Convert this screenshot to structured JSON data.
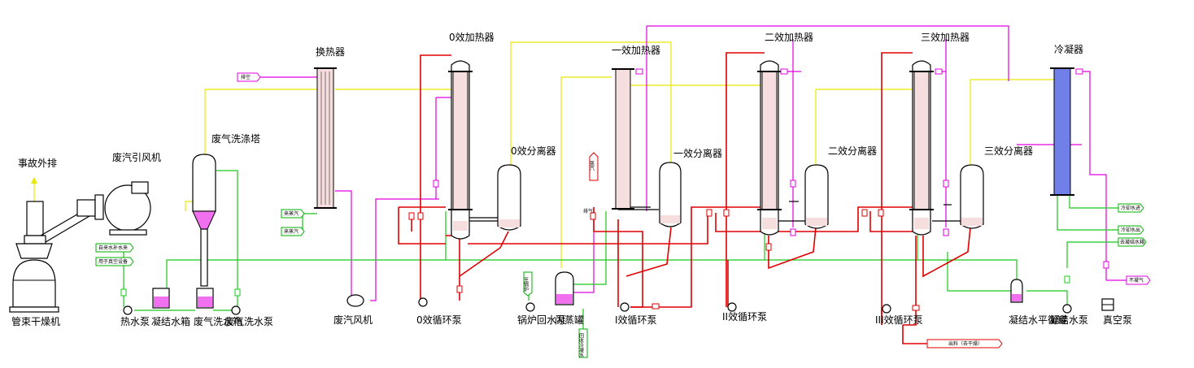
{
  "labels": {
    "shigu_waipai": "事故外排",
    "guanshu_ganzaoji": "管束干燥机",
    "feiqi_yinfengji": "废汽引风机",
    "feiqi_xidi_ta": "废气洗涤塔",
    "huanreqi": "换热器",
    "paikong": "排空",
    "xiaoshu_jin": "来蒸汽",
    "xiaoshu_chu": "来蒸汽",
    "feiqi_fengji": "废汽风机",
    "re_shui_beng": "热水泵",
    "ningjie_shuixiang": "凝结水箱",
    "feiqi_xidi_shuixiang": "废气洗水箱",
    "feiqi_xidi_shuibeng": "废气洗水泵",
    "tag_zilai": "自来水补水来",
    "tag_yongyu": "用于真空设备",
    "e0_jiareqi": "0效加热器",
    "e0_fenliqi": "0效分离器",
    "e0_xunhuanbeng": "0效循环泵",
    "guolu_huishuibeng": "锅炉回水泵",
    "shanzhengguan": "闪蒸罐",
    "tag_guolu": "至锅炉",
    "tag_huishou": "回收冷凝水",
    "e1_jiareqi": "一效加热器",
    "e1_fenliqi": "一效分离器",
    "e1_xunhuanbeng": "I效循环泵",
    "tag_zhengqi": "蒸汽",
    "paiqi": "排气",
    "e2_jiareqi": "二效加热器",
    "e2_fenliqi": "二效分离器",
    "e2_xunhuanbeng": "II效循环泵",
    "e3_jiareqi": "三效加热器",
    "e3_fenliqi": "三效分离器",
    "e3_xunhuanbeng": "III效循环泵",
    "tag_chuliao": "出料（去干燥）",
    "lengningqi": "冷凝器",
    "tag_lengque_jin": "冷却水进",
    "tag_lengque_chu": "冷却水出",
    "tag_qu_ningjie": "去凝结水箱",
    "tag_buning": "不凝气",
    "ningjie_pingheng": "凝结水平衡罐",
    "ningjie_shuibeng": "凝结水泵",
    "zhenkong_beng": "真空泵"
  },
  "colors": {
    "steam_line": "#e00000",
    "water_line": "#18c818",
    "vapor_line": "#e8e800",
    "gas_line": "#e000e0",
    "tube_fill": "#f7dede",
    "condenser_fill": "#7080e8",
    "tank_liquid": "#f070f0"
  }
}
